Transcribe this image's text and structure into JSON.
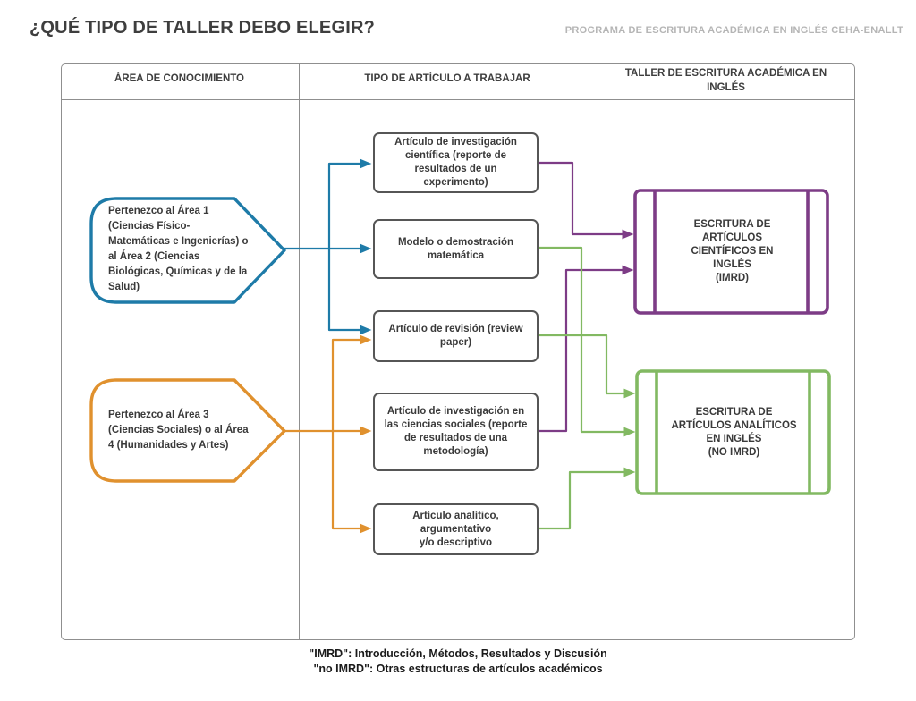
{
  "page": {
    "title": "¿QUÉ TIPO DE TALLER DEBO ELEGIR?",
    "program": "PROGRAMA DE ESCRITURA ACADÉMICA EN INGLÉS CEHA-ENALLT"
  },
  "table": {
    "headers": [
      "ÁREA DE CONOCIMIENTO",
      "TIPO DE ARTÍCULO A TRABAJAR",
      "TALLER DE ESCRITURA ACADÉMICA EN\nINGLÉS"
    ]
  },
  "areas": [
    {
      "id": "area-1-2",
      "label": "Pertenezco al Área 1\n(Ciencias Físico-\nMatemáticas e Ingenierías) o\nal Área 2 (Ciencias\nBiológicas, Químicas y de la\nSalud)",
      "color": "#1e7ba8"
    },
    {
      "id": "area-3-4",
      "label": "Pertenezco al Área 3\n(Ciencias Sociales) o al Área\n4 (Humanidades y Artes)",
      "color": "#e0912e"
    }
  ],
  "article_types": [
    {
      "id": "investigacion-cientifica",
      "label": "Artículo de investigación\ncientífica (reporte de\nresultados de un\nexperimento)"
    },
    {
      "id": "modelo-matematico",
      "label": "Modelo o demostración\nmatemática"
    },
    {
      "id": "revision",
      "label": "Artículo de revisión (review\npaper)"
    },
    {
      "id": "investigacion-sociales",
      "label": "Artículo de investigación en\nlas ciencias sociales (reporte\nde resultados de una\nmetodología)"
    },
    {
      "id": "analitico",
      "label": "Artículo analítico,\nargumentativo\ny/o descriptivo"
    }
  ],
  "workshops": [
    {
      "id": "imrd",
      "label": "ESCRITURA DE\nARTÍCULOS\nCIENTÍFICOS EN\nINGLÉS\n(IMRD)",
      "color": "#7d3c86"
    },
    {
      "id": "no-imrd",
      "label": "ESCRITURA DE\nARTÍCULOS ANALÍTICOS\nEN INGLÉS\n(NO IMRD)",
      "color": "#82b962"
    }
  ],
  "connections": {
    "area_to_articles": [
      {
        "from": "area-1-2",
        "to": [
          "investigacion-cientifica",
          "modelo-matematico",
          "revision"
        ]
      },
      {
        "from": "area-3-4",
        "to": [
          "revision",
          "investigacion-sociales",
          "analitico"
        ]
      }
    ],
    "article_to_workshop": [
      {
        "from": "investigacion-cientifica",
        "to": "imrd"
      },
      {
        "from": "modelo-matematico",
        "to": "no-imrd"
      },
      {
        "from": "revision",
        "to": "no-imrd"
      },
      {
        "from": "investigacion-sociales",
        "to": "imrd"
      },
      {
        "from": "analitico",
        "to": "no-imrd"
      }
    ]
  },
  "footnotes": [
    "\"IMRD\": Introducción, Métodos, Resultados y Discusión",
    "\"no IMRD\": Otras estructuras de artículos académicos"
  ],
  "colors": {
    "blue": "#1e7ba8",
    "orange": "#e0912e",
    "purple": "#7d3c86",
    "green": "#82b962",
    "box_border": "#565656",
    "table_line": "#8f8f8f",
    "text_dark": "#3a3a3a",
    "subtitle_gray": "#b5b5b5"
  }
}
